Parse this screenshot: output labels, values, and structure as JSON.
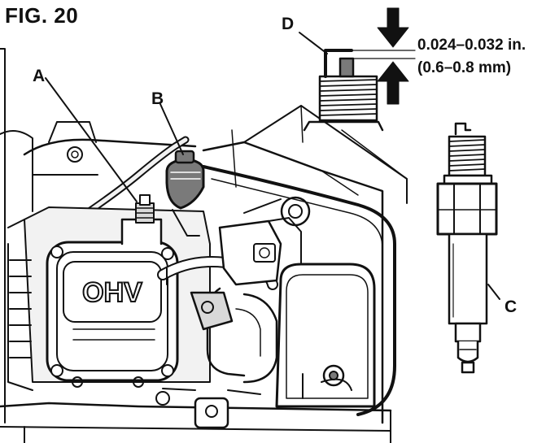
{
  "figure": {
    "title": "FIG. 20"
  },
  "callouts": {
    "a": "A",
    "b": "B",
    "c": "C",
    "d": "D"
  },
  "gap_spec": {
    "imperial": "0.024–0.032 in.",
    "metric": "(0.6–0.8 mm)"
  },
  "engine": {
    "cover_text": "OHV"
  },
  "icons": [
    "gap-arrow-down-icon",
    "gap-arrow-up-icon"
  ],
  "colors": {
    "ink": "#111111",
    "fill_light": "#f2f2f2",
    "fill_mid": "#d9d9d9",
    "fill_dark": "#7a7a7a",
    "background": "#ffffff"
  }
}
